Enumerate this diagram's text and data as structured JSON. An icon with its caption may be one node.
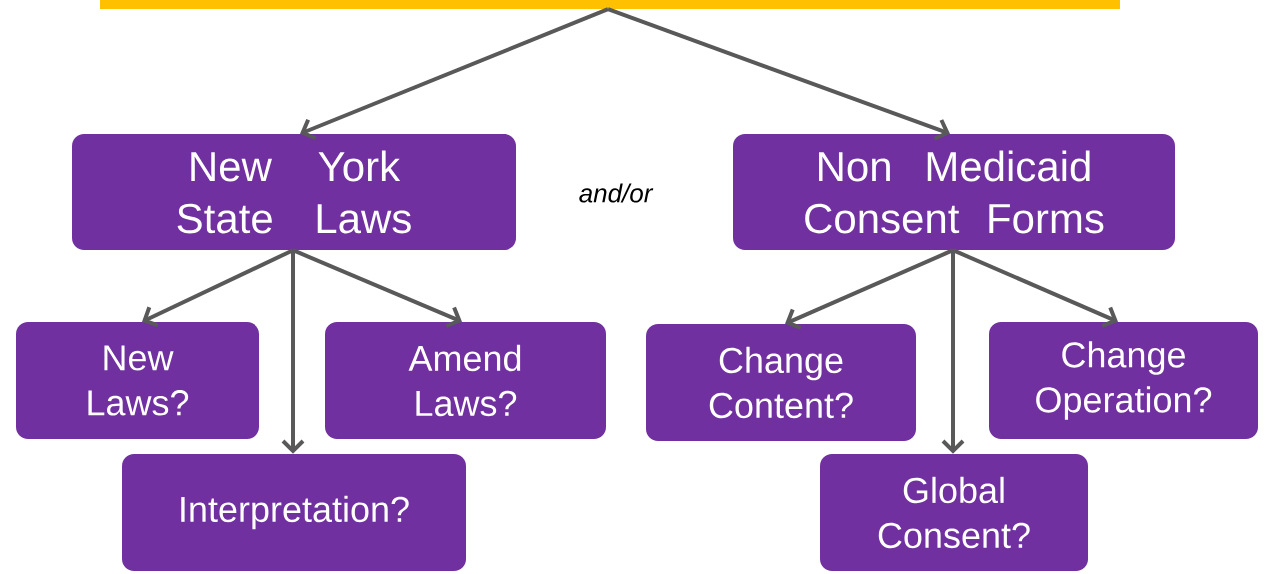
{
  "diagram": {
    "nodes": [
      {
        "text": [],
        "shape": "box"
      },
      {
        "text": [
          "New York State Laws"
        ]
      },
      {
        "text": [
          "Non Medicaid Consent Forms"
        ]
      },
      {
        "text": [
          "New Laws?"
        ]
      },
      {
        "text": [
          "Amend Laws?"
        ]
      },
      {
        "text": [
          "Interpretation?"
        ]
      },
      {
        "text": [
          "Change Content?"
        ]
      },
      {
        "text": [
          "Change Operation?"
        ]
      },
      {
        "text": [
          "Global Consent?"
        ]
      }
    ],
    "edges": [
      {
        "from": 0,
        "to": 1,
        "arrow": "to"
      },
      {
        "from": 0,
        "to": 2,
        "arrow": "to"
      },
      {
        "from": 1,
        "to": 3,
        "arrow": "to"
      },
      {
        "from": 1,
        "to": 5,
        "arrow": "to"
      },
      {
        "from": 1,
        "to": 4,
        "arrow": "to"
      },
      {
        "from": 2,
        "to": 6,
        "arrow": "to"
      },
      {
        "from": 2,
        "to": 8,
        "arrow": "to"
      },
      {
        "from": 2,
        "to": 7,
        "arrow": "to"
      }
    ],
    "labels": [
      "*and/or*"
    ]
  }
}
